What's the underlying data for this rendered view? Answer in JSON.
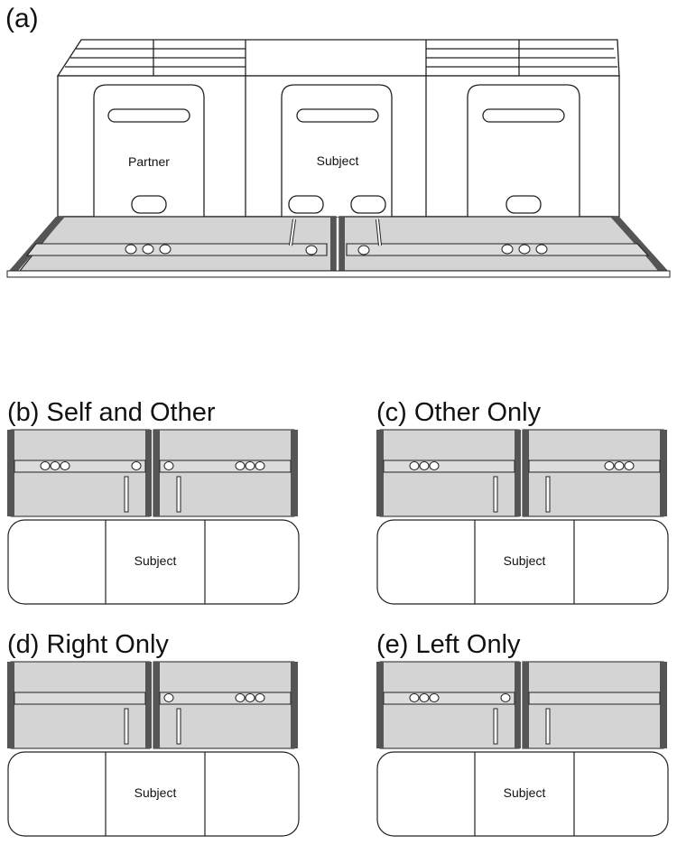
{
  "panel_a": {
    "label": "(a)",
    "partner_label": "Partner",
    "subject_label": "Subject"
  },
  "panels": [
    {
      "id": "b",
      "label": "(b) Self and Other",
      "subject_label": "Subject",
      "left_tray_has_food": true,
      "right_tray_has_food": true
    },
    {
      "id": "c",
      "label": "(c) Other Only",
      "subject_label": "Subject",
      "left_tray_has_food": false,
      "right_tray_has_food": false
    },
    {
      "id": "d",
      "label": "(d) Right Only",
      "subject_label": "Subject",
      "left_tray_has_food": false,
      "right_tray_has_food": true
    },
    {
      "id": "e",
      "label": "(e) Left Only",
      "subject_label": "Subject",
      "left_tray_has_food": true,
      "right_tray_has_food": false
    }
  ],
  "colors": {
    "tray_fill": "#d4d4d4",
    "edge_bar": "#555555",
    "outline": "#222222",
    "background": "#ffffff"
  }
}
